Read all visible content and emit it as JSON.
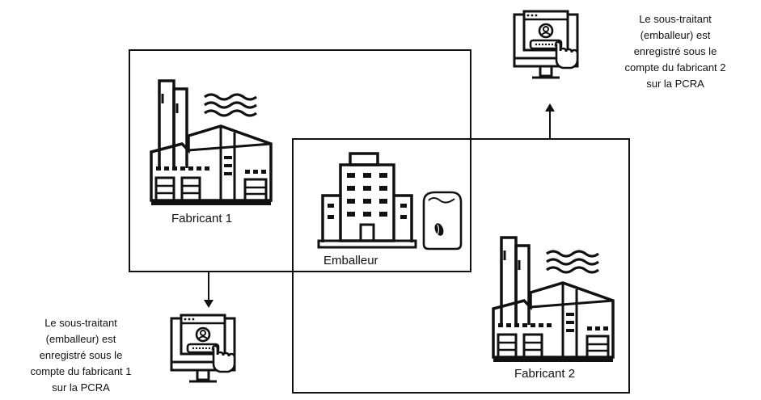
{
  "diagram": {
    "entities": {
      "fabricant1": "Fabricant 1",
      "fabricant2": "Fabricant 2",
      "emballeur": "Emballeur"
    },
    "notes": {
      "top_right": [
        "Le sous-traitant",
        "(emballeur) est",
        "enregistré sous le",
        "compte du fabricant 2",
        "sur la PCRA"
      ],
      "bottom_left": [
        "Le sous-traitant",
        "(emballeur) est",
        "enregistré sous le",
        "compte du fabricant 1",
        "sur la PCRA"
      ]
    },
    "icons": [
      "factory-icon",
      "office-building-icon",
      "coffee-bag-icon",
      "computer-login-icon",
      "arrow-icon"
    ]
  }
}
